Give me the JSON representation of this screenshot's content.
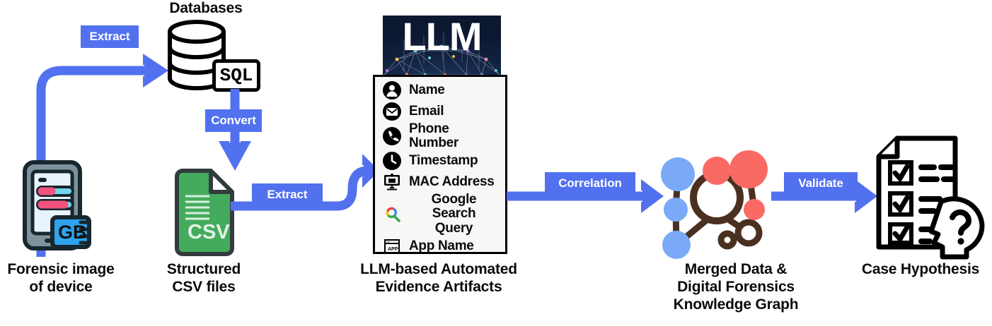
{
  "theme": {
    "arrow_blue": "#5271ef",
    "node_red": "#fa6a64",
    "node_blue": "#7aaaf7",
    "edge_brown": "#4a3020",
    "csv_green": "#44ab5d",
    "llm_navy": "#10203c",
    "phone_body": "#7d929c",
    "card_blue": "#2ea3ef"
  },
  "nodes": {
    "device": {
      "caption_line1": "Forensic image",
      "caption_line2": "of device",
      "icon": "mobile-device-icon"
    },
    "databases": {
      "title": "Databases",
      "badge": "SQL",
      "icon": "database-cylinder-icon"
    },
    "csv": {
      "badge": "CSV",
      "caption_line1": "Structured",
      "caption_line2": "CSV files",
      "icon": "csv-file-icon"
    },
    "llm": {
      "banner_title": "LLM",
      "caption_line1": "LLM-based Automated",
      "caption_line2": "Evidence Artifacts",
      "artifacts": [
        {
          "label": "Name",
          "icon": "person-icon"
        },
        {
          "label": "Email",
          "icon": "envelope-icon"
        },
        {
          "label": "Phone Number",
          "icon": "phone-icon"
        },
        {
          "label": "Timestamp",
          "icon": "clock-icon"
        },
        {
          "label": "MAC Address",
          "icon": "monitor-icon"
        },
        {
          "label": "Google Search Query",
          "label_line1": "Google Search",
          "label_line2": "Query",
          "icon": "google-search-icon"
        },
        {
          "label": "App Name",
          "icon": "app-window-icon"
        }
      ]
    },
    "graph": {
      "caption_line1": "Merged Data &",
      "caption_line2": "Digital Forensics",
      "caption_line3": "Knowledge Graph",
      "icon": "knowledge-graph-icon"
    },
    "hypothesis": {
      "caption": "Case Hypothesis",
      "icon": "checklist-head-question-icon"
    }
  },
  "arrows": [
    {
      "id": "extract-1",
      "label": "Extract",
      "from": "device",
      "to": "databases"
    },
    {
      "id": "convert",
      "label": "Convert",
      "from": "databases",
      "to": "csv"
    },
    {
      "id": "extract-2",
      "label": "Extract",
      "from": "csv",
      "to": "llm"
    },
    {
      "id": "correlation",
      "label": "Correlation",
      "from": "llm",
      "to": "graph"
    },
    {
      "id": "validate",
      "label": "Validate",
      "from": "graph",
      "to": "hypothesis"
    }
  ]
}
